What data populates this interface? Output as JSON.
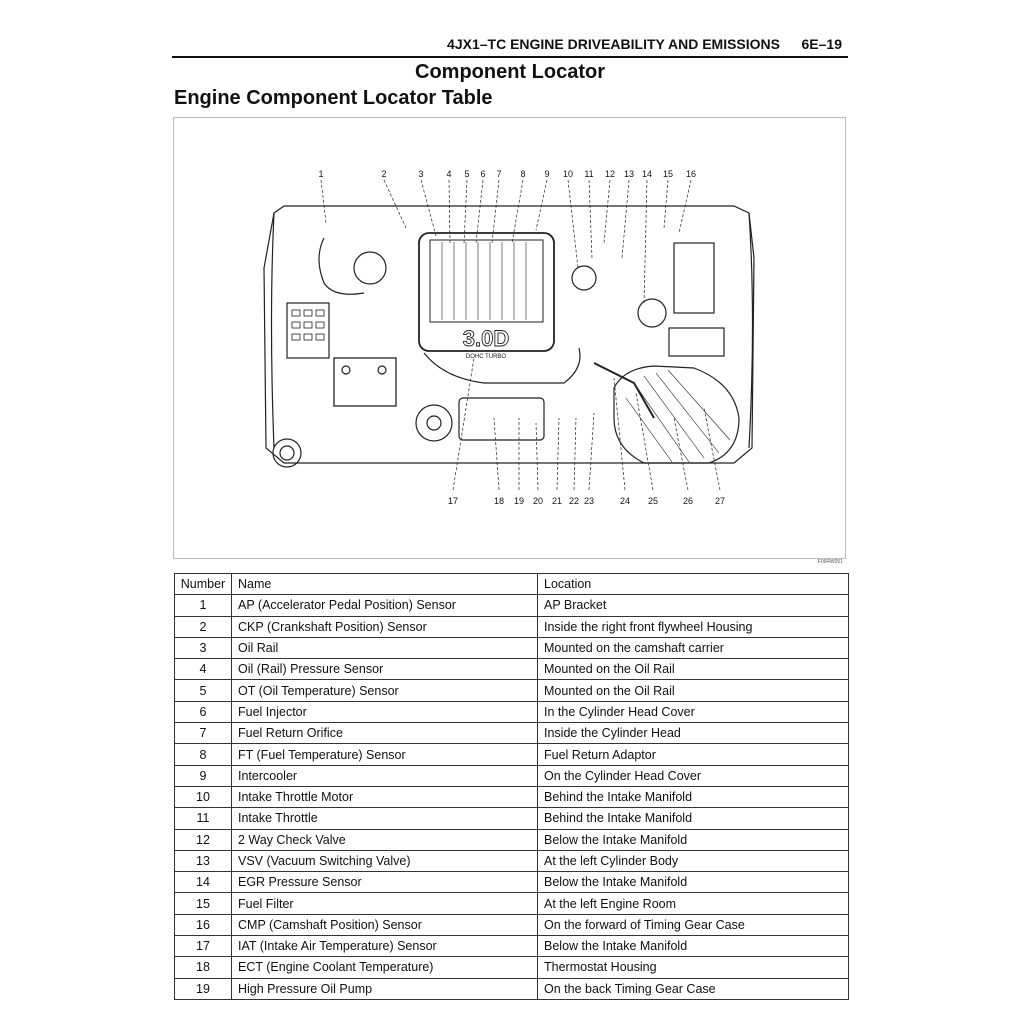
{
  "header": {
    "title": "4JX1–TC ENGINE DRIVEABILITY AND EMISSIONS",
    "page": "6E–19"
  },
  "section_title": "Component Locator",
  "subtitle": "Engine Component Locator Table",
  "figure": {
    "callouts_top": [
      "1",
      "2",
      "3",
      "4",
      "5",
      "6",
      "7",
      "8",
      "9",
      "10",
      "11",
      "12",
      "13",
      "14",
      "15",
      "16"
    ],
    "callouts_bottom": [
      "17",
      "18",
      "19",
      "20",
      "21",
      "22",
      "23",
      "24",
      "25",
      "26",
      "27"
    ],
    "badge": "3.0D",
    "badge_sub": "DOHC TURBO",
    "code": "F06RW051"
  },
  "table": {
    "headers": [
      "Number",
      "Name",
      "Location"
    ],
    "rows": [
      [
        "1",
        "AP (Accelerator Pedal Position) Sensor",
        "AP Bracket"
      ],
      [
        "2",
        "CKP (Crankshaft Position) Sensor",
        "Inside the right front flywheel Housing"
      ],
      [
        "3",
        "Oil Rail",
        "Mounted on the camshaft carrier"
      ],
      [
        "4",
        "Oil (Rail) Pressure Sensor",
        "Mounted on the Oil Rail"
      ],
      [
        "5",
        "OT (Oil Temperature) Sensor",
        "Mounted on the Oil Rail"
      ],
      [
        "6",
        "Fuel Injector",
        "In the Cylinder Head Cover"
      ],
      [
        "7",
        "Fuel Return Orifice",
        "Inside the Cylinder Head"
      ],
      [
        "8",
        "FT (Fuel Temperature) Sensor",
        "Fuel Return Adaptor"
      ],
      [
        "9",
        "Intercooler",
        "On the Cylinder Head Cover"
      ],
      [
        "10",
        "Intake Throttle Motor",
        "Behind the Intake Manifold"
      ],
      [
        "11",
        "Intake Throttle",
        "Behind the Intake Manifold"
      ],
      [
        "12",
        "2 Way Check Valve",
        "Below the Intake Manifold"
      ],
      [
        "13",
        "VSV (Vacuum Switching Valve)",
        "At the left Cylinder Body"
      ],
      [
        "14",
        "EGR Pressure Sensor",
        "Below the Intake Manifold"
      ],
      [
        "15",
        "Fuel Filter",
        "At the left Engine Room"
      ],
      [
        "16",
        "CMP (Camshaft Position) Sensor",
        "On the forward of Timing Gear Case"
      ],
      [
        "17",
        "IAT (Intake Air Temperature) Sensor",
        "Below the Intake Manifold"
      ],
      [
        "18",
        "ECT (Engine Coolant Temperature)",
        "Thermostat Housing"
      ],
      [
        "19",
        "High Pressure Oil Pump",
        "On the back Timing Gear Case"
      ]
    ]
  }
}
